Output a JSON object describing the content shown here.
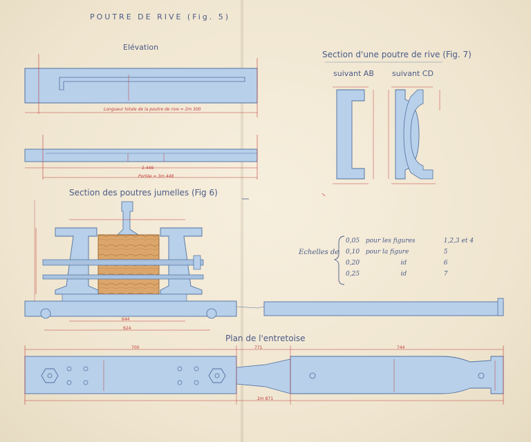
{
  "titles": {
    "main": "POUTRE DE RIVE (Fig. 5)",
    "elevation": "Elévation",
    "section_fig7": "Section d'une poutre de rive (Fig. 7)",
    "suivant_ab": "suivant AB",
    "suivant_cd": "suivant CD",
    "section_fig6": "Section des poutres jumelles (Fig 6)",
    "plan": "Plan de l'entretoise",
    "echelles": "Echelles de"
  },
  "dimensions": {
    "longueur": "Longueur totale de la poutre de rive = 2m 300",
    "d2448": "2.448",
    "portee": "Portée = 3m 448",
    "d644": "644",
    "d624": "624",
    "d2m871": "2m 871",
    "d700": "700",
    "d744": "744",
    "d771": "771"
  },
  "scales": [
    {
      "value": "0,05",
      "text": "pour les figures",
      "figs": "1,2,3 et 4"
    },
    {
      "value": "0,10",
      "text": "pour la figure",
      "figs": "5"
    },
    {
      "value": "0,20",
      "text": "id",
      "figs": "6"
    },
    {
      "value": "0,25",
      "text": "id",
      "figs": "7"
    }
  ],
  "colors": {
    "paper": "#f2e9d5",
    "blue_fill": "#b7cfe8",
    "ink": "#4a5a8a",
    "red_dim": "#c03a3a",
    "wood": "#d9a36a"
  }
}
